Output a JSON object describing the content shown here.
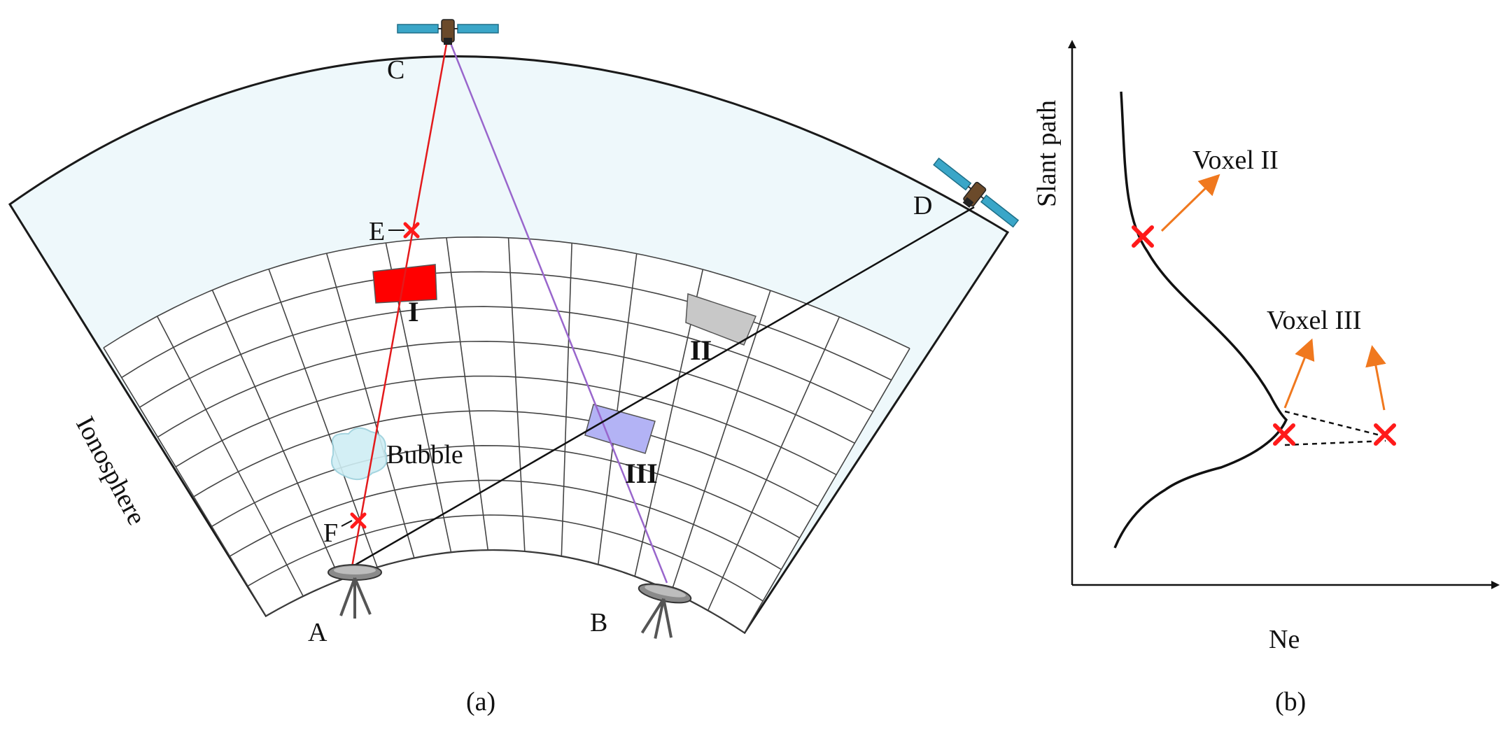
{
  "panel_a": {
    "caption": "(a)",
    "ionosphere_label": "Ionosphere",
    "points": {
      "a": "A",
      "b": "B",
      "c": "C",
      "d": "D",
      "e": "E",
      "f": "F"
    },
    "voxels": {
      "v1": "I",
      "v2": "II",
      "v3": "III"
    },
    "bubble_label": "Bubble",
    "colors": {
      "shell": "#eef8fb",
      "voxel_I": "#ff0000",
      "voxel_II": "#c8c8c8",
      "voxel_III": "#b3b3f5",
      "ray_AC": "#e31a1c",
      "ray_BC": "#9966cc",
      "ray_AD": "#111111",
      "marker": "#ff1a1a",
      "satellite_panel": "#3aa6c8"
    }
  },
  "panel_b": {
    "caption": "(b)",
    "y_axis_label": "Slant path",
    "x_axis_label": "Ne",
    "annotations": {
      "voxel2": "Voxel II",
      "voxel3": "Voxel III"
    },
    "colors": {
      "arrow": "#f0781e",
      "marker": "#ff1a1a",
      "curve": "#111111"
    }
  }
}
